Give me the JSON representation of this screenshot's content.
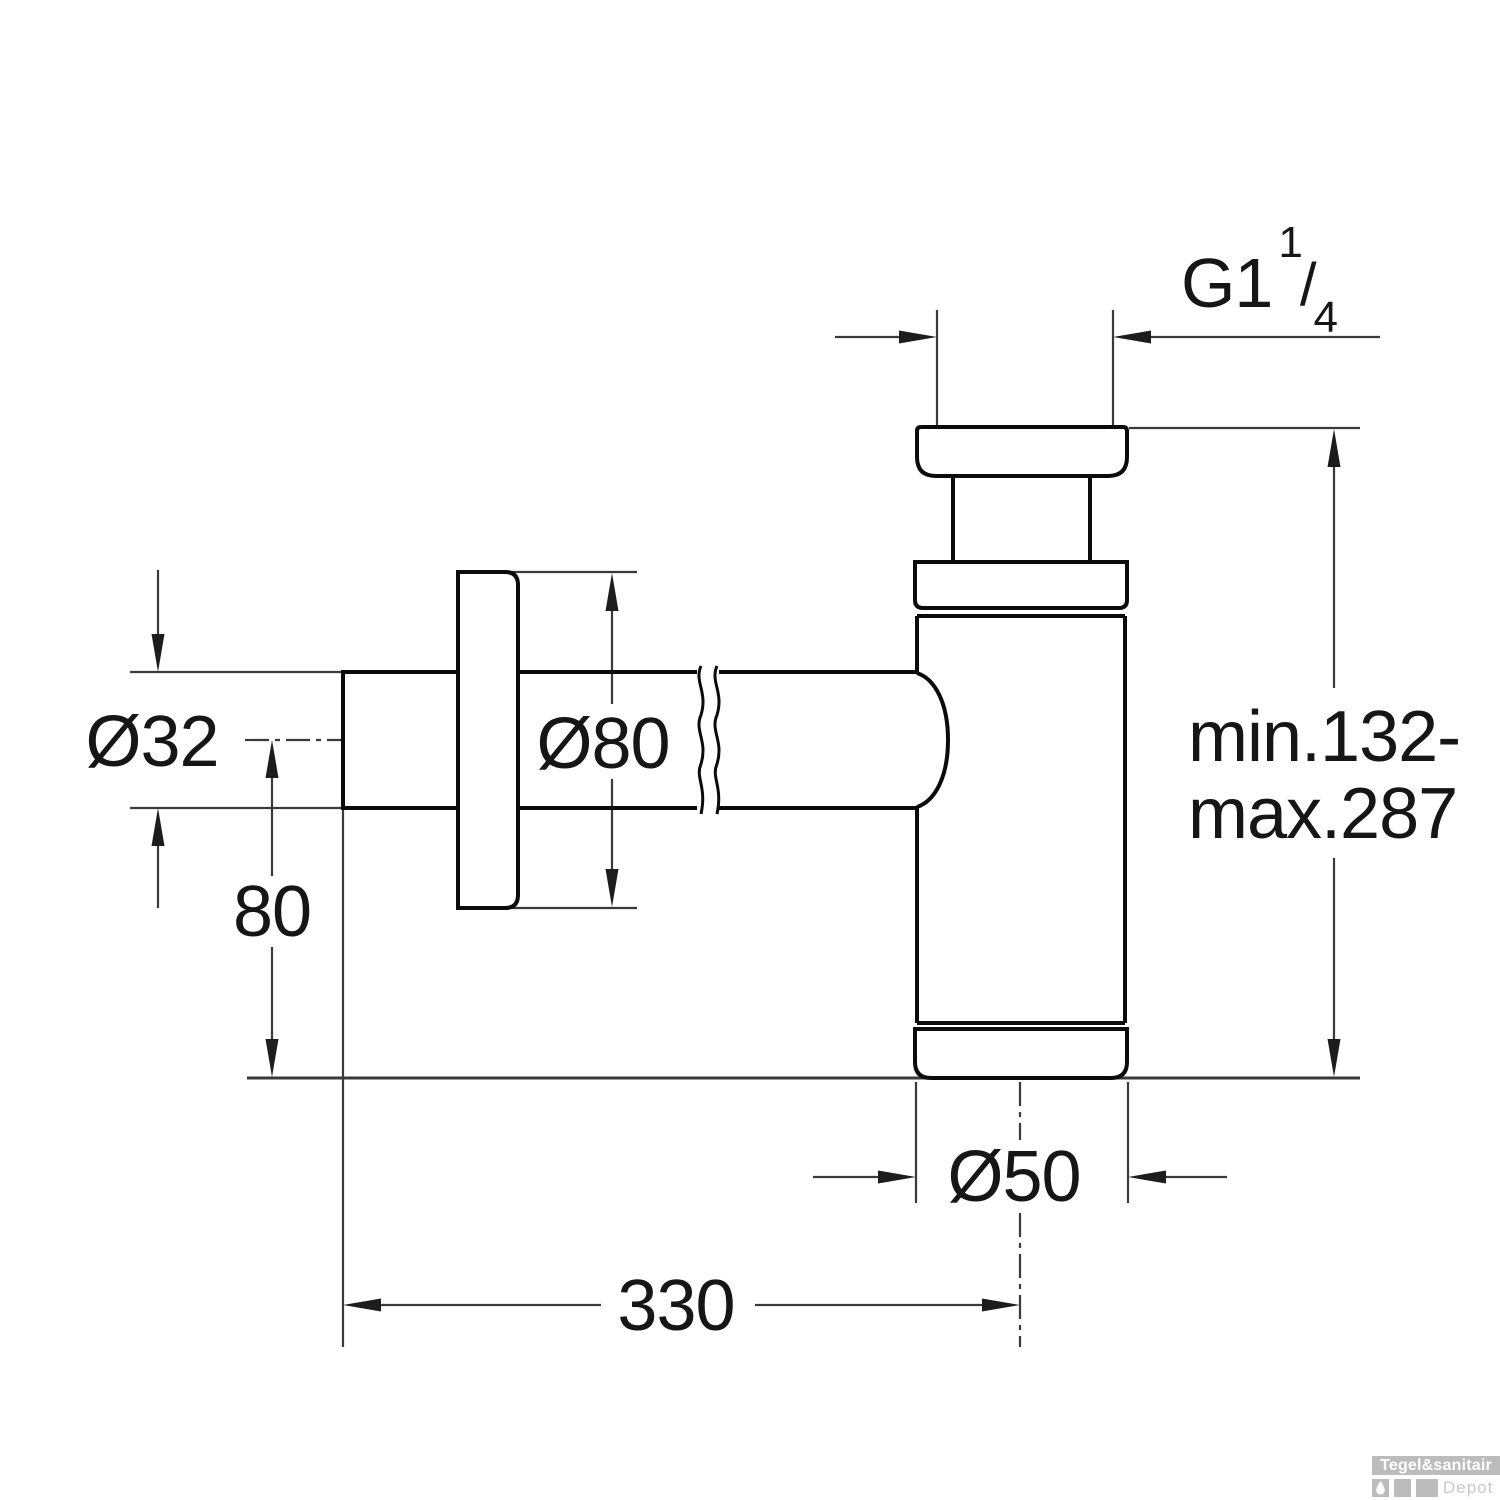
{
  "drawing": {
    "title": "Bottle trap siphon dimensional drawing",
    "labels": {
      "thread_main": "G1",
      "thread_sup": "1",
      "thread_slash": "/",
      "thread_sub": "4",
      "height_min": "min.132-",
      "height_max": "max.287",
      "flange_diameter": "Ø80",
      "inlet_diameter": "Ø32",
      "inlet_center_height": "80",
      "body_diameter": "Ø50",
      "install_length": "330"
    },
    "colors": {
      "outline": "#0b0b0b",
      "dimension_line": "#3a3a3a",
      "arrowhead": "#1d1d1d",
      "background": "#ffffff"
    }
  },
  "watermark": {
    "brand": "Tegel&sanitair",
    "product_line": "Depot",
    "colors": {
      "block": "#bcbcbc",
      "brand_text": "#ffffff",
      "sub_text": "#c9c9c9"
    }
  }
}
